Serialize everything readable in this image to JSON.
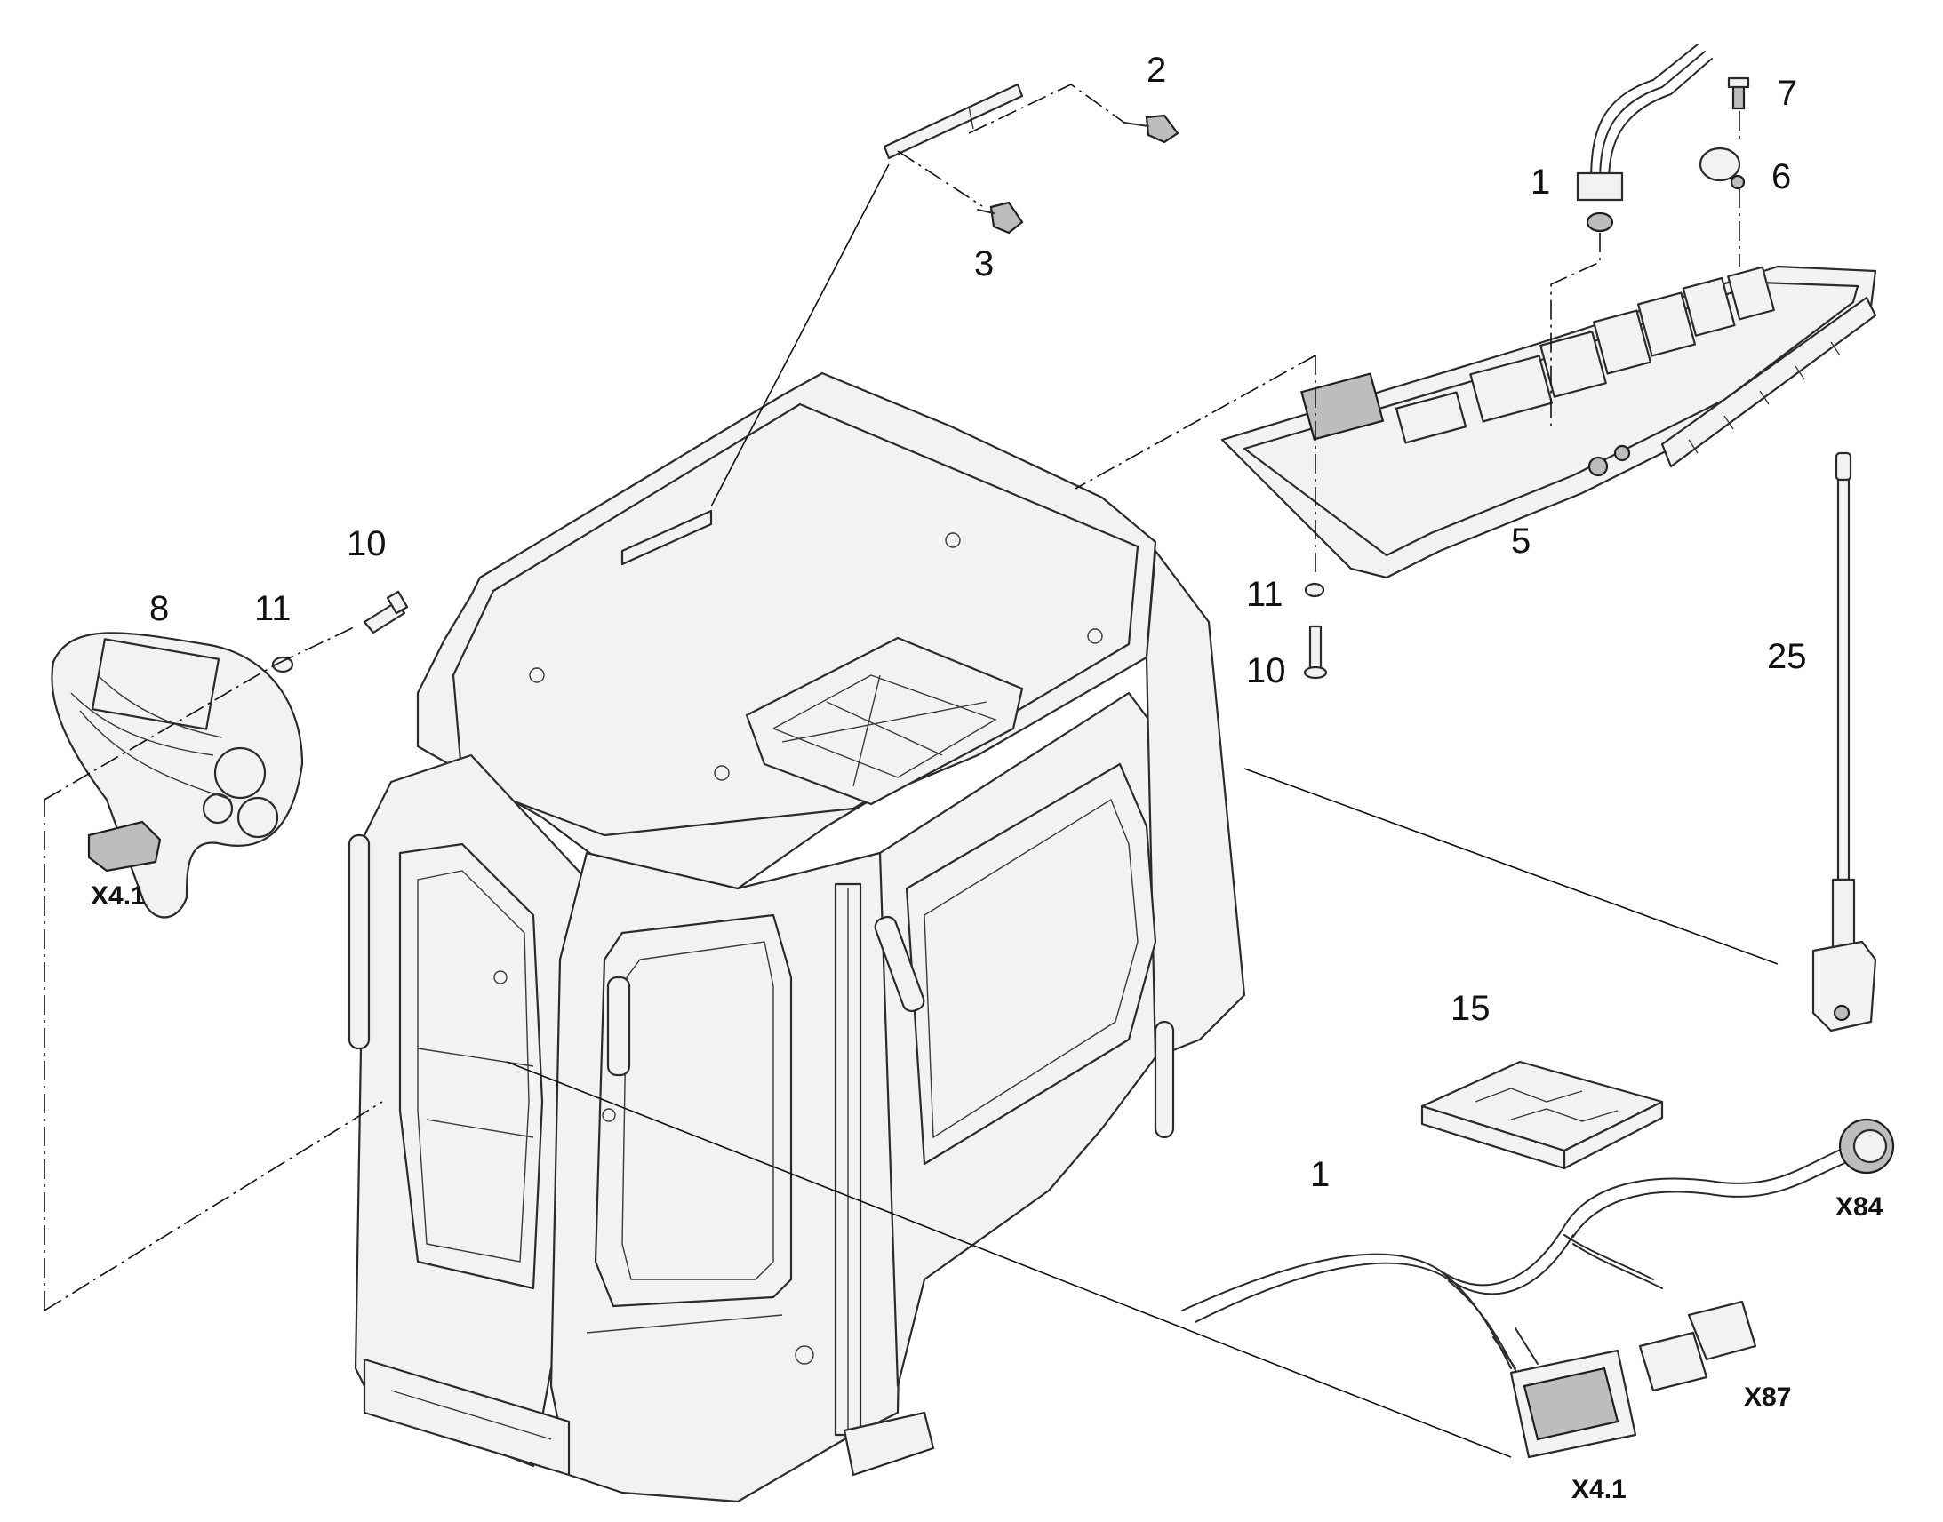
{
  "callouts": {
    "c1_top": "1",
    "c2": "2",
    "c3": "3",
    "c5": "5",
    "c6": "6",
    "c7": "7",
    "c8": "8",
    "c10_left": "10",
    "c10_right": "10",
    "c11_left": "11",
    "c11_right": "11",
    "c15": "15",
    "c25": "25",
    "c1_bottom": "1"
  },
  "connectors": {
    "x41_left": "X4.1",
    "x41_bottom": "X4.1",
    "x84": "X84",
    "x87": "X87"
  },
  "colors": {
    "line": "#2b2b2b",
    "part_fill": "#f2f2f2",
    "connector_fill": "#bdbdbd",
    "background": "#ffffff"
  }
}
